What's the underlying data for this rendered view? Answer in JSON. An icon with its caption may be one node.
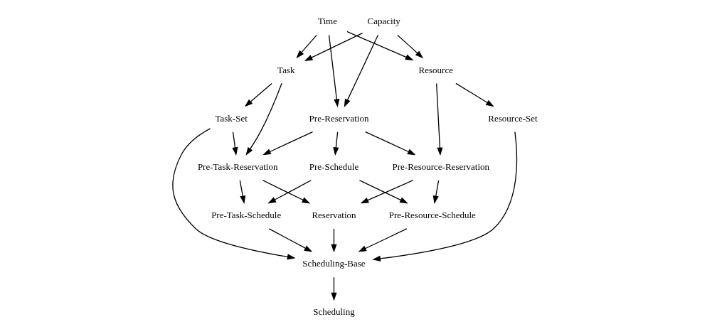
{
  "diagram": {
    "nodes": [
      {
        "text": [
          "Time"
        ]
      },
      {
        "text": [
          "Capacity"
        ]
      },
      {
        "text": [
          "Pre-Reservation"
        ]
      },
      {
        "text": [
          "Resource"
        ]
      },
      {
        "text": [
          "Task"
        ]
      },
      {
        "text": [
          "Pre-Resource-Reservation"
        ]
      },
      {
        "text": [
          "Pre-Schedule"
        ]
      },
      {
        "text": [
          "Pre-Task-Reservation"
        ]
      },
      {
        "text": [
          "Resource-Set"
        ]
      },
      {
        "text": [
          "Reservation"
        ]
      },
      {
        "text": [
          "Task-Set"
        ]
      },
      {
        "text": [
          "Pre-Resource-Schedule"
        ]
      },
      {
        "text": [
          "Pre-Task-Schedule"
        ]
      },
      {
        "text": [
          "Scheduling-Base"
        ]
      },
      {
        "text": [
          "Scheduling"
        ]
      }
    ],
    "edges": [
      {
        "from": 0,
        "to": 3,
        "arrow": "to"
      },
      {
        "from": 0,
        "to": 2,
        "arrow": "to"
      },
      {
        "from": 0,
        "to": 4,
        "arrow": "to"
      },
      {
        "from": 1,
        "to": 3,
        "arrow": "to"
      },
      {
        "from": 1,
        "to": 2,
        "arrow": "to"
      },
      {
        "from": 1,
        "to": 4,
        "arrow": "to"
      },
      {
        "from": 2,
        "to": 5,
        "arrow": "to"
      },
      {
        "from": 2,
        "to": 6,
        "arrow": "to"
      },
      {
        "from": 2,
        "to": 7,
        "arrow": "to"
      },
      {
        "from": 3,
        "to": 5,
        "arrow": "to"
      },
      {
        "from": 3,
        "to": 8,
        "arrow": "to"
      },
      {
        "from": 4,
        "to": 7,
        "arrow": "to"
      },
      {
        "from": 4,
        "to": 10,
        "arrow": "to"
      },
      {
        "from": 5,
        "to": 9,
        "arrow": "to"
      },
      {
        "from": 5,
        "to": 11,
        "arrow": "to"
      },
      {
        "from": 6,
        "to": 11,
        "arrow": "to"
      },
      {
        "from": 6,
        "to": 12,
        "arrow": "to"
      },
      {
        "from": 7,
        "to": 9,
        "arrow": "to"
      },
      {
        "from": 7,
        "to": 12,
        "arrow": "to"
      },
      {
        "from": 10,
        "to": 7,
        "arrow": "to"
      },
      {
        "from": 10,
        "to": 13,
        "arrow": "to"
      },
      {
        "from": 8,
        "to": 13,
        "arrow": "to"
      },
      {
        "from": 9,
        "to": 13,
        "arrow": "to"
      },
      {
        "from": 11,
        "to": 13,
        "arrow": "to"
      },
      {
        "from": 12,
        "to": 13,
        "arrow": "to"
      },
      {
        "from": 13,
        "to": 14,
        "arrow": "to"
      }
    ]
  }
}
